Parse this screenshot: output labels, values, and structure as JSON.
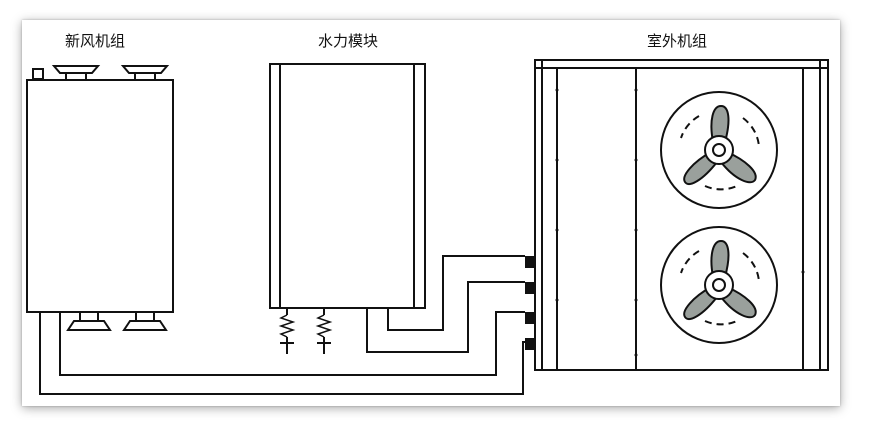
{
  "labels": {
    "fresh_air_unit": "新风机组",
    "hydraulic_module": "水力模块",
    "outdoor_unit": "室外机组"
  },
  "colors": {
    "line": "#111111",
    "fan_blade": "#9aa09c",
    "background": "#ffffff"
  },
  "icons": {
    "fan": "fan-icon",
    "spring": "spring-icon",
    "foot": "foot-icon"
  },
  "outdoor_unit": {
    "fan_count": 2
  }
}
